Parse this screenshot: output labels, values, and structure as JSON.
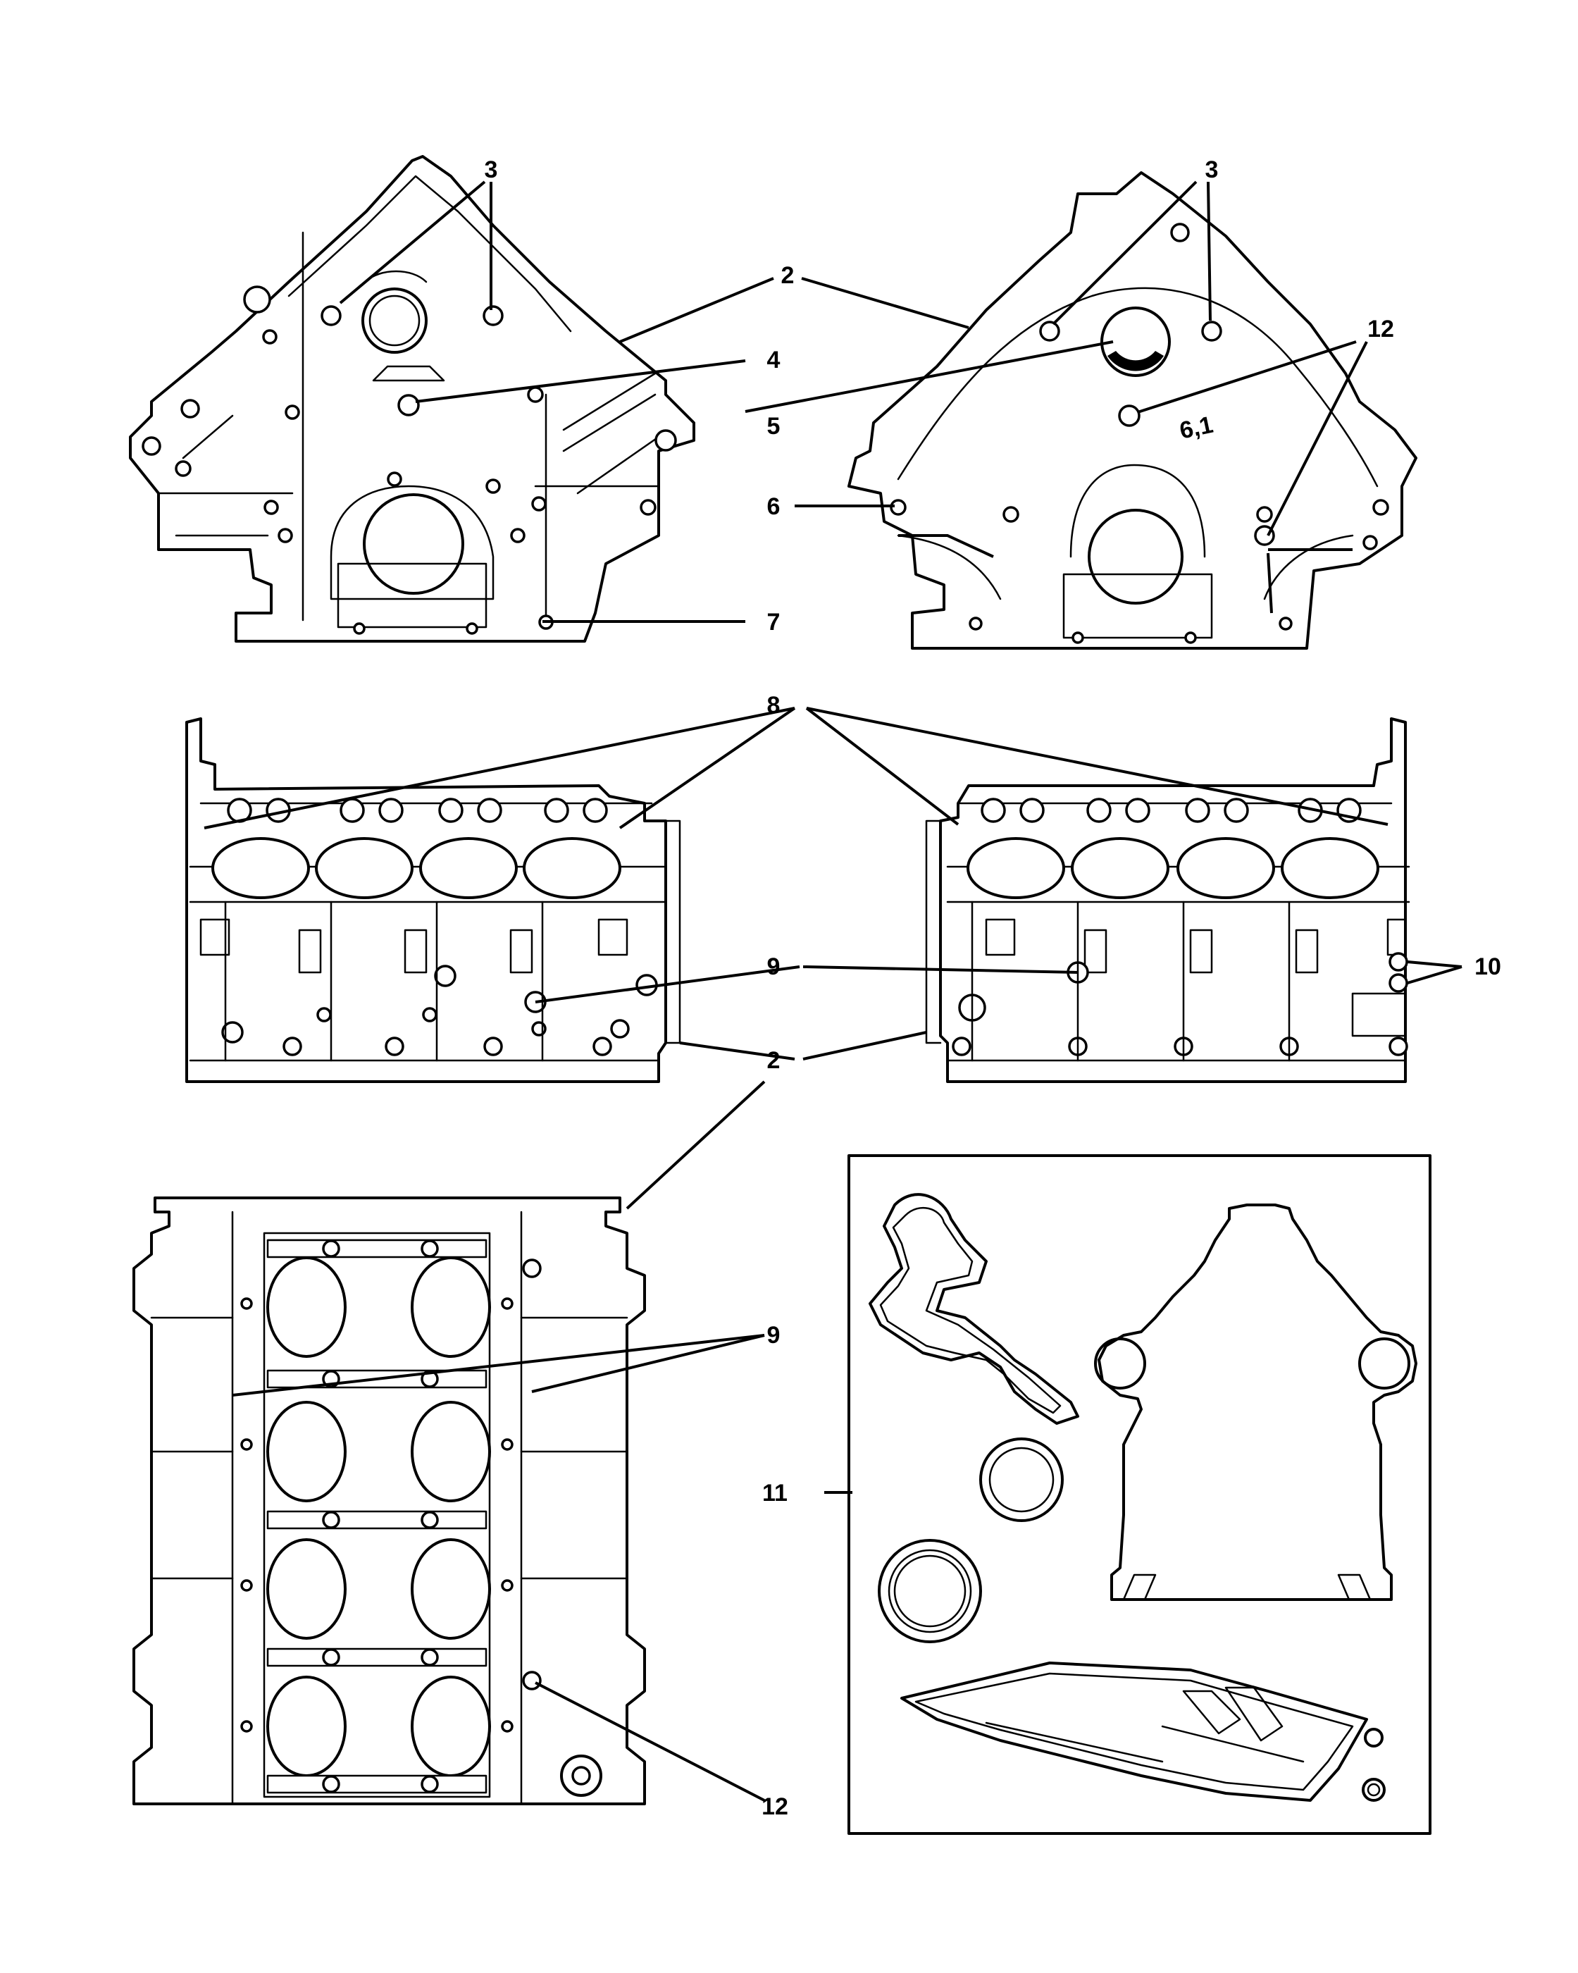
{
  "callouts": {
    "c3_left": "3",
    "c3_right": "3",
    "c2_top": "2",
    "c4": "4",
    "c5": "5",
    "c6": "6",
    "c7": "7",
    "c12_top": "12",
    "c8": "8",
    "c9_mid": "9",
    "c10": "10",
    "c2_mid": "2",
    "c9_low": "9",
    "c11": "11",
    "c12_low": "12"
  },
  "block_marking": "6,1"
}
